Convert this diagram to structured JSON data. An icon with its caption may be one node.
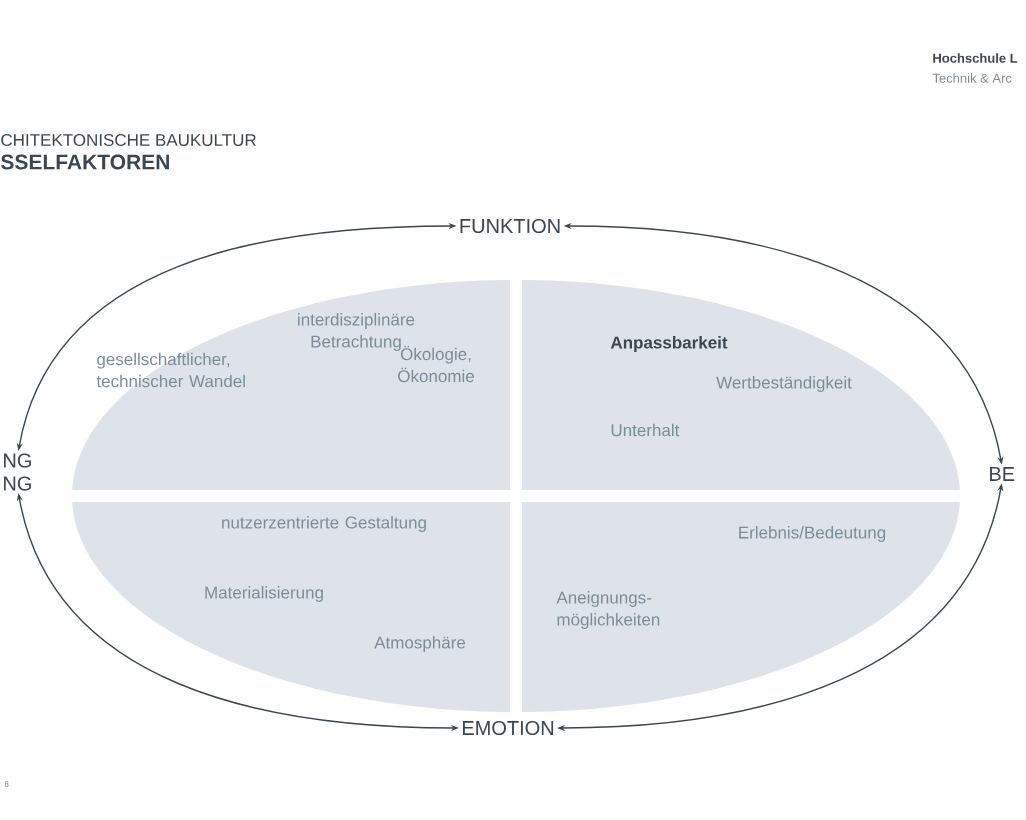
{
  "diagram": {
    "nodes": [
      {
        "text": [
          "FUNKTION"
        ]
      },
      {
        "text": [
          "NG NG"
        ]
      },
      {
        "text": [
          "BE"
        ]
      },
      {
        "text": [
          "EMOTION"
        ]
      },
      {
        "text": [
          "interdisziplinäre Betrachtung",
          "gesellschaftlicher, technischer Wandel",
          "Ökologie, Ökonomie"
        ]
      },
      {
        "text": [
          "Anpassbarkeit",
          "Wertbeständigkeit",
          "Unterhalt"
        ]
      },
      {
        "text": [
          "nutzerzentrierte Gestaltung",
          "Materialisierung",
          "Atmosphäre"
        ]
      },
      {
        "text": [
          "Erlebnis/Bedeutung",
          "Aneignungs- möglichkeiten"
        ]
      }
    ],
    "edges": [
      {
        "from": 1,
        "to": 0,
        "arrow": "both"
      },
      {
        "from": 0,
        "to": 2,
        "arrow": "both"
      },
      {
        "from": 1,
        "to": 3,
        "arrow": "both"
      },
      {
        "from": 3,
        "to": 2,
        "arrow": "both"
      }
    ],
    "labels": [
      "Hochschule L",
      "Technik & Arc",
      "CHITEKTONISCHE BAUKULTUR",
      "SSELFAKTOREN",
      "8"
    ]
  }
}
